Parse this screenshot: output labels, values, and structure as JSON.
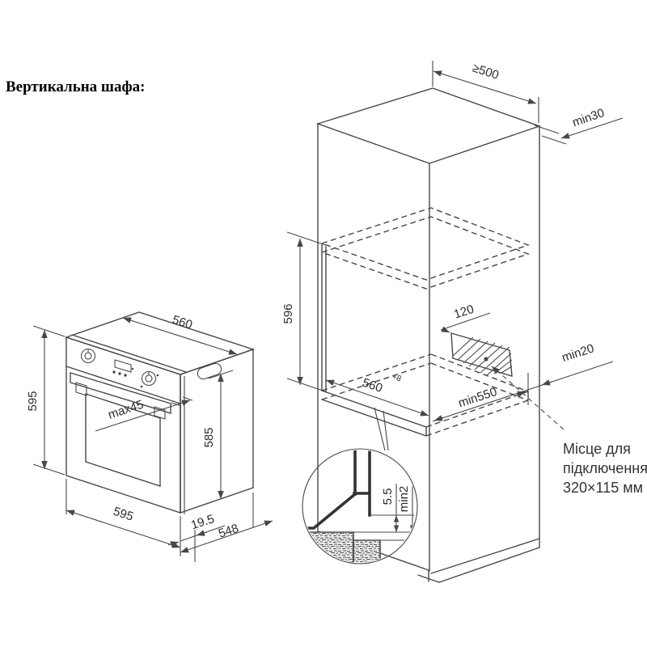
{
  "title": "Вертикальна шафа:",
  "colors": {
    "background": "#ffffff",
    "line": "#474747",
    "text": "#2b2b2b"
  },
  "cabinet": {
    "dims": {
      "depth_min": "≥500",
      "rear_gap": "min30",
      "niche_height": "596",
      "cutout_offset": "120",
      "side_gap": "min20",
      "niche_width": {
        "value": "560",
        "tolerance": "+8"
      },
      "niche_depth": "min550"
    },
    "connection_note": {
      "line1": "Місце для",
      "line2": "підключення",
      "line3": "320×115 мм"
    }
  },
  "oven": {
    "dims": {
      "body_width": "560",
      "front_height": "595",
      "handle_protrusion": "max45",
      "body_height": "585",
      "front_width": "595",
      "door_thickness": "19.5",
      "body_depth": "548"
    }
  },
  "detail": {
    "dims": {
      "bottom_gap": "5.5",
      "front_recess": "min2"
    }
  }
}
